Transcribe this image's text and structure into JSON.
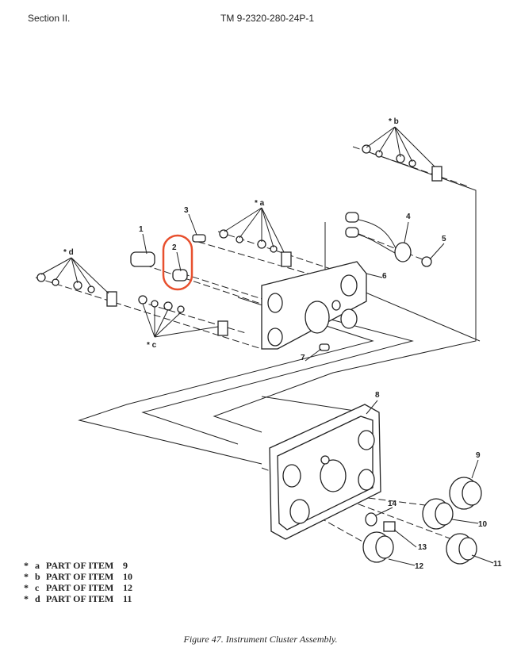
{
  "header": {
    "section": "Section II.",
    "tm": "TM 9-2320-280-24P-1"
  },
  "callouts": {
    "b": "* b",
    "a": "* a",
    "c": "* c",
    "d": "* d",
    "n1": "1",
    "n2": "2",
    "n3": "3",
    "n4": "4",
    "n5": "5",
    "n6": "6",
    "n7": "7",
    "n8": "8",
    "n9": "9",
    "n10": "10",
    "n11": "11",
    "n12": "12",
    "n13": "13",
    "n14": "14"
  },
  "highlight_color": "#e8502e",
  "legend": [
    {
      "star": "*",
      "key": "a",
      "text": "PART OF ITEM",
      "item": "9"
    },
    {
      "star": "*",
      "key": "b",
      "text": "PART OF ITEM",
      "item": "10"
    },
    {
      "star": "*",
      "key": "c",
      "text": "PART OF ITEM",
      "item": "12"
    },
    {
      "star": "*",
      "key": "d",
      "text": "PART OF ITEM",
      "item": "11"
    }
  ],
  "caption": "Figure 47.  Instrument Cluster Assembly."
}
